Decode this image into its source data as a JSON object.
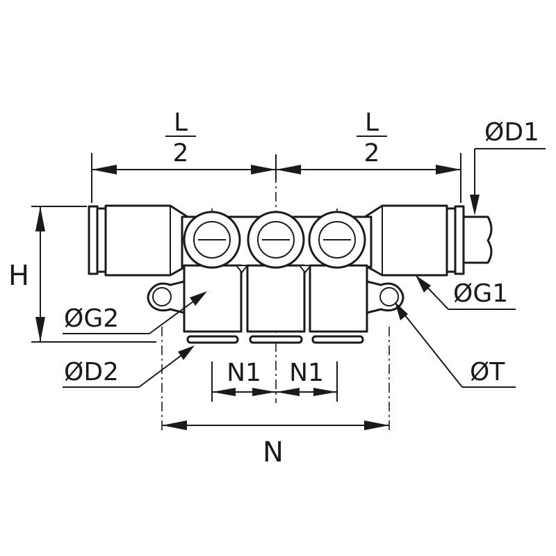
{
  "labels": {
    "L_num_left": "L",
    "L_den_left": "2",
    "L_num_right": "L",
    "L_den_right": "2",
    "D1": "ØD1",
    "H": "H",
    "G1": "ØG1",
    "G2": "ØG2",
    "D2": "ØD2",
    "N1_left": "N1",
    "N1_right": "N1",
    "T": "ØT",
    "N": "N"
  }
}
